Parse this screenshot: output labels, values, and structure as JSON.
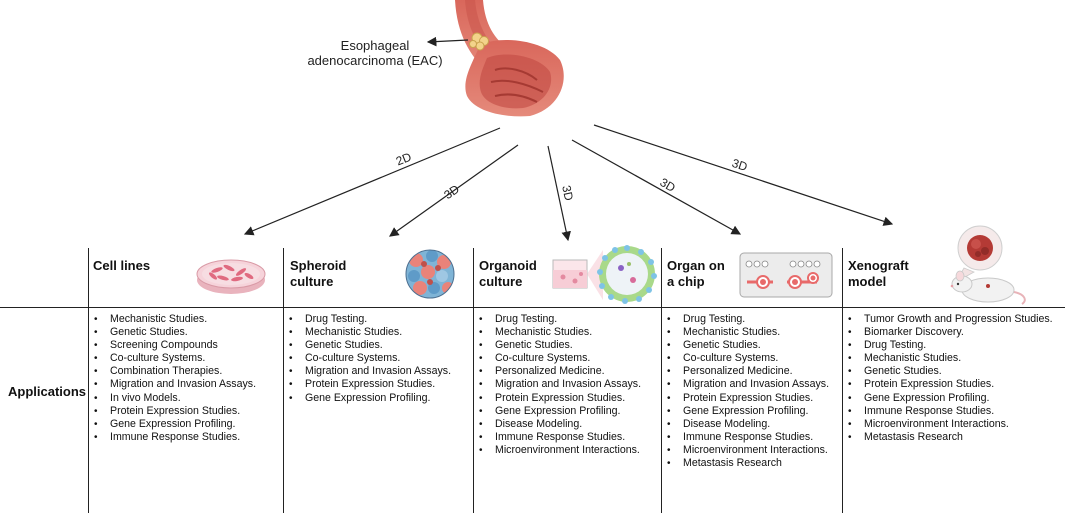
{
  "source_label": "Esophageal adenocarcinoma (EAC)",
  "source_label_lines": [
    "Esophageal",
    "adenocarcinoma (EAC)"
  ],
  "arrow_labels": [
    "2D",
    "3D",
    "3D",
    "3D",
    "3D"
  ],
  "applications_label": "Applications",
  "models": [
    {
      "title_lines": [
        "Cell lines"
      ],
      "illustration": "petri-dish-icon",
      "applications": [
        "Mechanistic Studies.",
        "Genetic Studies.",
        "Screening Compounds",
        "Co-culture Systems.",
        "Combination Therapies.",
        "Migration and Invasion Assays.",
        "In vivo Models.",
        "Protein Expression Studies.",
        "Gene Expression Profiling.",
        "Immune Response Studies."
      ]
    },
    {
      "title_lines": [
        "Spheroid",
        "culture"
      ],
      "illustration": "spheroid-icon",
      "applications": [
        "Drug Testing.",
        "Mechanistic Studies.",
        "Genetic Studies.",
        "Co-culture Systems.",
        "Migration and Invasion Assays.",
        "Protein Expression Studies.",
        "Gene Expression Profiling."
      ]
    },
    {
      "title_lines": [
        "Organoid",
        "culture"
      ],
      "illustration": "organoid-icon",
      "applications": [
        "Drug Testing.",
        "Mechanistic Studies.",
        "Genetic Studies.",
        "Co-culture Systems.",
        "Personalized Medicine.",
        "Migration and Invasion Assays.",
        "Protein Expression Studies.",
        "Gene Expression Profiling.",
        "Disease Modeling.",
        "Immune Response Studies.",
        "Microenvironment Interactions."
      ]
    },
    {
      "title_lines": [
        "Organ on",
        "a chip"
      ],
      "illustration": "microfluidic-chip-icon",
      "applications": [
        "Drug Testing.",
        "Mechanistic Studies.",
        "Genetic Studies.",
        "Co-culture Systems.",
        "Personalized Medicine.",
        "Migration and Invasion Assays.",
        "Protein Expression Studies.",
        "Gene Expression Profiling.",
        "Disease Modeling.",
        "Immune Response Studies.",
        "Microenvironment Interactions.",
        "Metastasis Research"
      ]
    },
    {
      "title_lines": [
        "Xenograft",
        "model"
      ],
      "illustration": "mouse-tumor-icon",
      "applications": [
        "Tumor Growth and Progression Studies.",
        "Biomarker Discovery.",
        "Drug Testing.",
        "Mechanistic Studies.",
        "Genetic Studies.",
        "Protein Expression Studies.",
        "Gene Expression Profiling.",
        "Immune Response Studies.",
        "Microenvironment Interactions.",
        "Metastasis Research"
      ]
    }
  ],
  "colors": {
    "tissue": "#e2786a",
    "tissue_dark": "#b8473d",
    "tumor": "#f3d38a",
    "line": "#222222",
    "dish": "#f6c9d0",
    "cell": "#e06a80"
  }
}
